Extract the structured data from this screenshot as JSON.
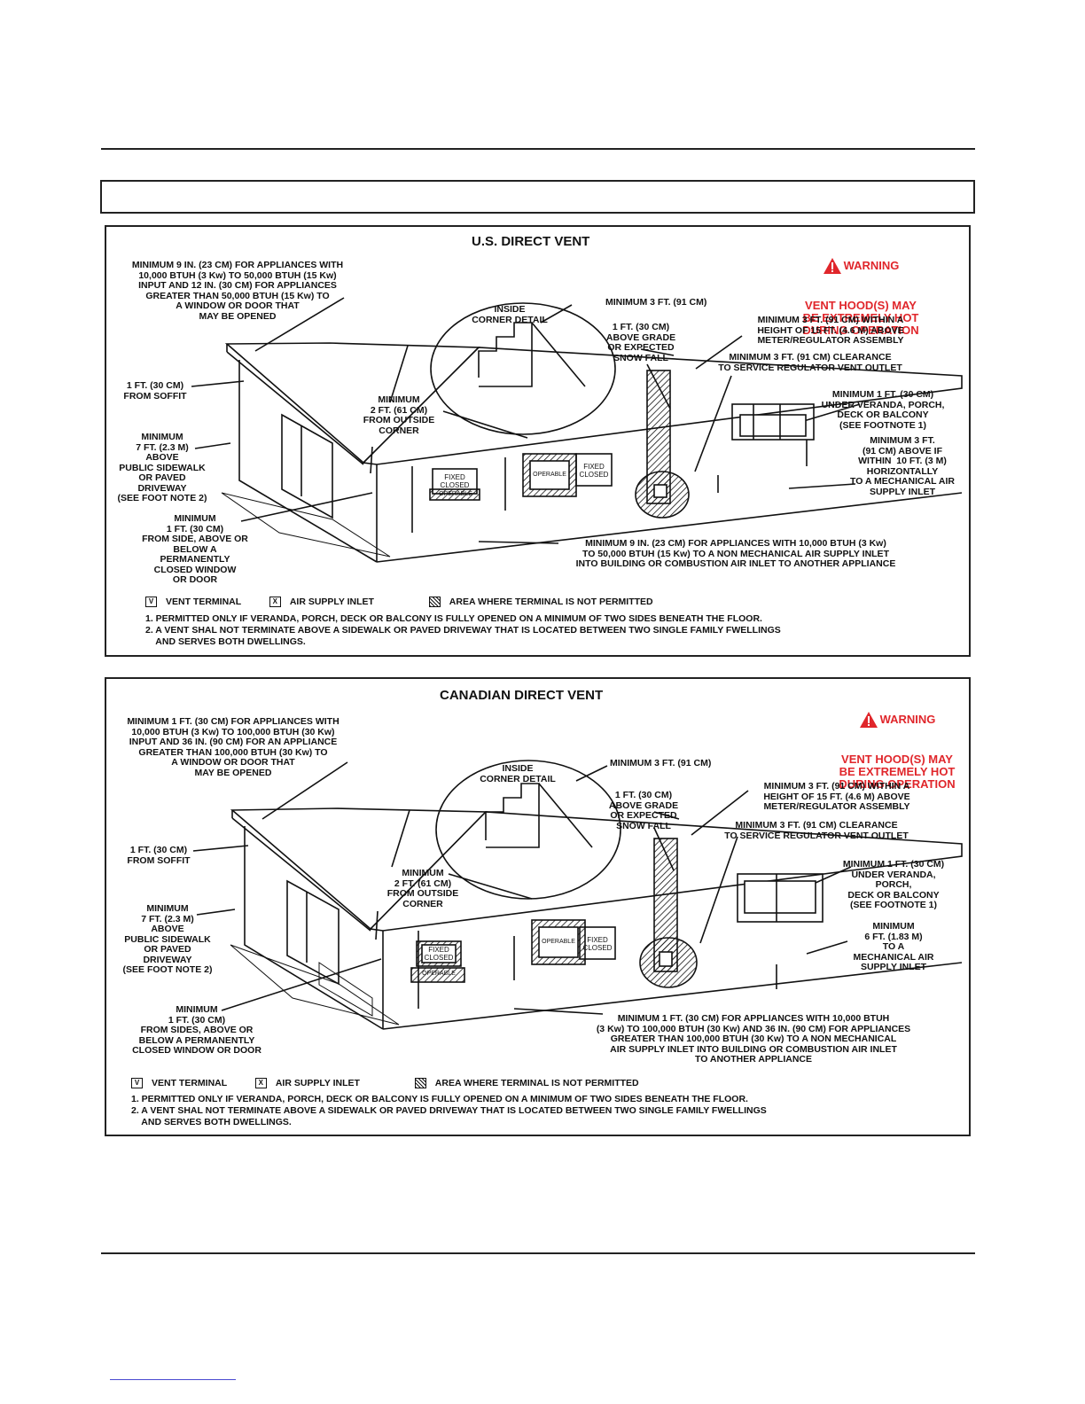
{
  "us": {
    "title": "U.S. DIRECT VENT",
    "warning": {
      "head": "WARNING",
      "body": "VENT HOOD(S) MAY\nBE EXTREMELY HOT\nDURING OPERATION"
    },
    "labels": {
      "min9": "MINIMUM 9 IN. (23 CM) FOR APPLIANCES WITH\n10,000 BTUH (3 Kw) TO 50,000 BTUH (15 Kw)\nINPUT AND 12 IN. (30 CM) FOR APPLIANCES\nGREATER THAN 50,000 BTUH (15 Kw) TO\nA WINDOW OR DOOR THAT\nMAY BE OPENED",
      "inside_corner": "INSIDE\nCORNER DETAIL",
      "min3ft": "MINIMUM 3 FT. (91 CM)",
      "grade": "1 FT. (30 CM)\nABOVE GRADE\nOR EXPECTED\nSNOW FALL",
      "meter": "MINIMUM 3 FT. (91 CM) WITHIN A\nHEIGHT OF 15 FT. (4.6 M) ABOVE\nMETER/REGULATOR ASSEMBLY",
      "regulator": "MINIMUM 3 FT. (91 CM) CLEARANCE\nTO SERVICE REGULATOR VENT OUTLET",
      "soffit": "1 FT. (30 CM)\nFROM SOFFIT",
      "outside_corner": "MINIMUM\n2 FT. (61 CM)\nFROM OUTSIDE\nCORNER",
      "veranda": "MINIMUM 1 FT. (30 CM)\nUNDER VERANDA, PORCH,\nDECK OR BALCONY\n(SEE FOOTNOTE 1)",
      "mech_air": "MINIMUM 3 FT.\n(91 CM) ABOVE IF\nWITHIN  10 FT. (3 M)\nHORIZONTALLY\nTO A MECHANICAL AIR\nSUPPLY INLET",
      "sidewalk": "MINIMUM\n7 FT. (2.3 M)\nABOVE\nPUBLIC SIDEWALK\nOR PAVED\nDRIVEWAY\n(SEE FOOT NOTE 2)",
      "side": "MINIMUM\n1 FT. (30 CM)\nFROM SIDE, ABOVE OR\nBELOW A\nPERMANENTLY\nCLOSED WINDOW\nOR DOOR",
      "nonmech": "MINIMUM 9 IN. (23 CM) FOR APPLIANCES WITH 10,000 BTUH (3 Kw)\nTO 50,000 BTUH (15 Kw) TO A NON MECHANICAL AIR SUPPLY INLET\nINTO BUILDING OR COMBUSTION AIR INLET TO ANOTHER APPLIANCE",
      "fixed_closed_1": "FIXED\nCLOSED",
      "operable_1": "OPERABLE",
      "operable_2": "OPERABLE",
      "fixed_closed_2": "FIXED\nCLOSED"
    },
    "legend": {
      "vent": "VENT TERMINAL",
      "air": "AIR SUPPLY INLET",
      "area": "AREA WHERE TERMINAL IS NOT PERMITTED",
      "v": "V",
      "x": "X"
    },
    "footnotes": "1. PERMITTED ONLY IF VERANDA, PORCH, DECK OR BALCONY IS FULLY OPENED ON A MINIMUM OF TWO SIDES BENEATH THE FLOOR.\n2. A VENT SHAL NOT TERMINATE ABOVE A SIDEWALK OR PAVED DRIVEWAY THAT IS LOCATED BETWEEN TWO SINGLE FAMILY FWELLINGS\n    AND SERVES BOTH DWELLINGS."
  },
  "ca": {
    "title": "CANADIAN DIRECT  VENT",
    "warning": {
      "head": "WARNING",
      "body": "VENT HOOD(S) MAY\nBE EXTREMELY HOT\nDURING OPERATION"
    },
    "labels": {
      "min9": "MINIMUM 1 FT. (30 CM) FOR APPLIANCES WITH\n10,000 BTUH (3 Kw) TO 100,000 BTUH (30 Kw)\nINPUT AND 36 IN. (90 CM) FOR AN APPLIANCE\nGREATER THAN 100,000 BTUH (30 Kw) TO\nA WINDOW OR DOOR THAT\nMAY BE OPENED",
      "inside_corner": "INSIDE\nCORNER DETAIL",
      "min3ft": "MINIMUM 3 FT. (91 CM)",
      "grade": "1 FT. (30 CM)\nABOVE GRADE\nOR EXPECTED\nSNOW FALL",
      "meter": "MINIMUM 3 FT. (91 CM) WITHIN A\nHEIGHT OF 15 FT. (4.6 M) ABOVE\nMETER/REGULATOR ASSEMBLY",
      "regulator": "MINIMUM 3 FT. (91 CM) CLEARANCE\nTO SERVICE REGULATOR VENT OUTLET",
      "soffit": "1 FT. (30 CM)\nFROM SOFFIT",
      "outside_corner": "MINIMUM\n2 FT. (61 CM)\nFROM OUTSIDE\nCORNER",
      "veranda": "MINIMUM 1 FT. (30 CM)\nUNDER VERANDA,\nPORCH,\nDECK OR BALCONY\n(SEE FOOTNOTE 1)",
      "mech_air": "MINIMUM\n6 FT. (1.83 M)\nTO A\nMECHANICAL AIR\nSUPPLY INLET",
      "sidewalk": "MINIMUM\n7 FT. (2.3 M)\nABOVE\nPUBLIC SIDEWALK\nOR PAVED\nDRIVEWAY\n(SEE FOOT NOTE 2)",
      "side": "MINIMUM\n1 FT. (30 CM)\nFROM SIDES, ABOVE OR\nBELOW A PERMANENTLY\nCLOSED WINDOW OR DOOR",
      "nonmech": "MINIMUM 1 FT. (30 CM) FOR APPLIANCES WITH 10,000 BTUH\n(3 Kw) TO 100,000 BTUH (30 Kw) AND 36 IN. (90 CM) FOR APPLIANCES\nGREATER THAN 100,000 BTUH (30 Kw) TO A NON MECHANICAL\nAIR SUPPLY INLET INTO BUILDING OR COMBUSTION AIR INLET\nTO ANOTHER APPLIANCE",
      "fixed_closed_1": "FIXED\nCLOSED",
      "operable_1": "OPERABLE",
      "operable_2": "OPERABLE",
      "fixed_closed_2": "FIXED\nCLOSED"
    },
    "legend": {
      "vent": "VENT TERMINAL",
      "air": "AIR SUPPLY INLET",
      "area": "AREA WHERE TERMINAL IS NOT PERMITTED",
      "v": "V",
      "x": "X"
    },
    "footnotes": "1. PERMITTED ONLY IF VERANDA, PORCH, DECK OR BALCONY IS FULLY OPENED ON A MINIMUM OF TWO SIDES BENEATH THE FLOOR.\n2. A VENT SHAL NOT TERMINATE ABOVE A SIDEWALK OR PAVED DRIVEWAY THAT IS LOCATED BETWEEN TWO SINGLE FAMILY FWELLINGS\n    AND SERVES BOTH DWELLINGS."
  }
}
